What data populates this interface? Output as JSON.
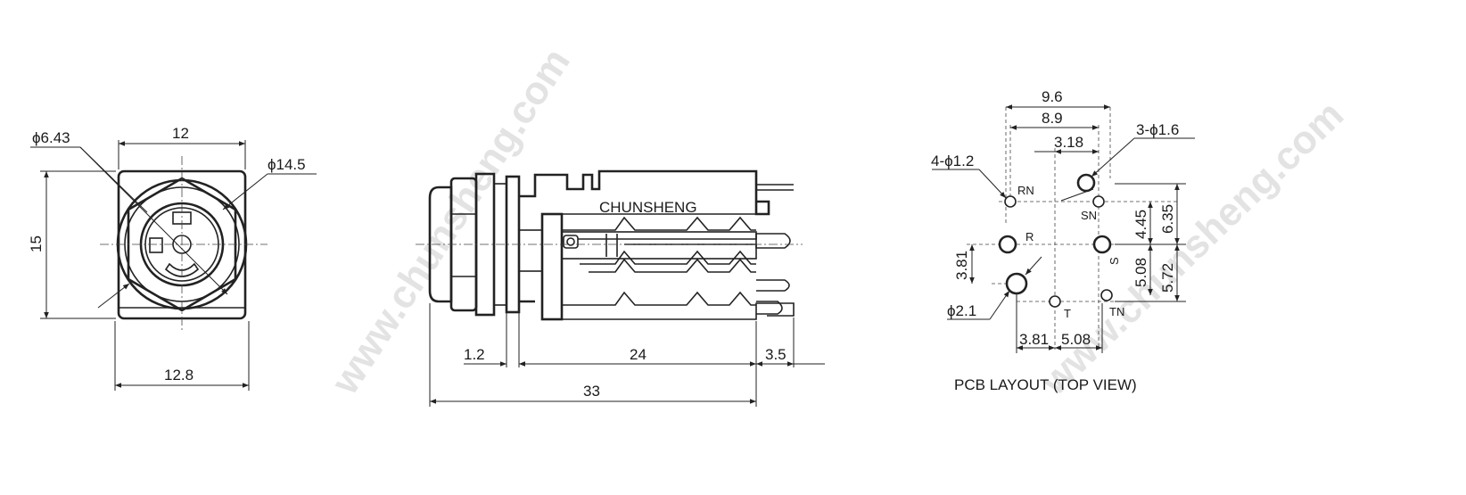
{
  "watermark": "www.chunsheng.com",
  "front_view": {
    "dim_phi_inner": "ϕ6.43",
    "dim_width_top": "12",
    "dim_phi_outer": "ϕ14.5",
    "dim_height": "15",
    "dim_width_bottom": "12.8"
  },
  "side_view": {
    "brand": "CHUNSHENG",
    "dim_flange": "1.2",
    "dim_body": "24",
    "dim_pin": "3.5",
    "dim_total": "33"
  },
  "pcb_layout": {
    "dim_w_outer": "9.6",
    "dim_w_inner": "8.9",
    "dim_sn_offset": "3.18",
    "holes_large": "3-ϕ1.6",
    "holes_small": "4-ϕ1.2",
    "dim_phi_big": "ϕ2.1",
    "dim_v_445": "4.45",
    "dim_v_635": "6.35",
    "dim_v_508": "5.08",
    "dim_v_572": "5.72",
    "dim_v_381": "3.81",
    "dim_h_381": "3.81",
    "dim_h_508": "5.08",
    "pin_rn": "RN",
    "pin_sn": "SN",
    "pin_r": "R",
    "pin_s": "S",
    "pin_t": "T",
    "pin_tn": "TN",
    "caption": "PCB LAYOUT (TOP VIEW)"
  }
}
